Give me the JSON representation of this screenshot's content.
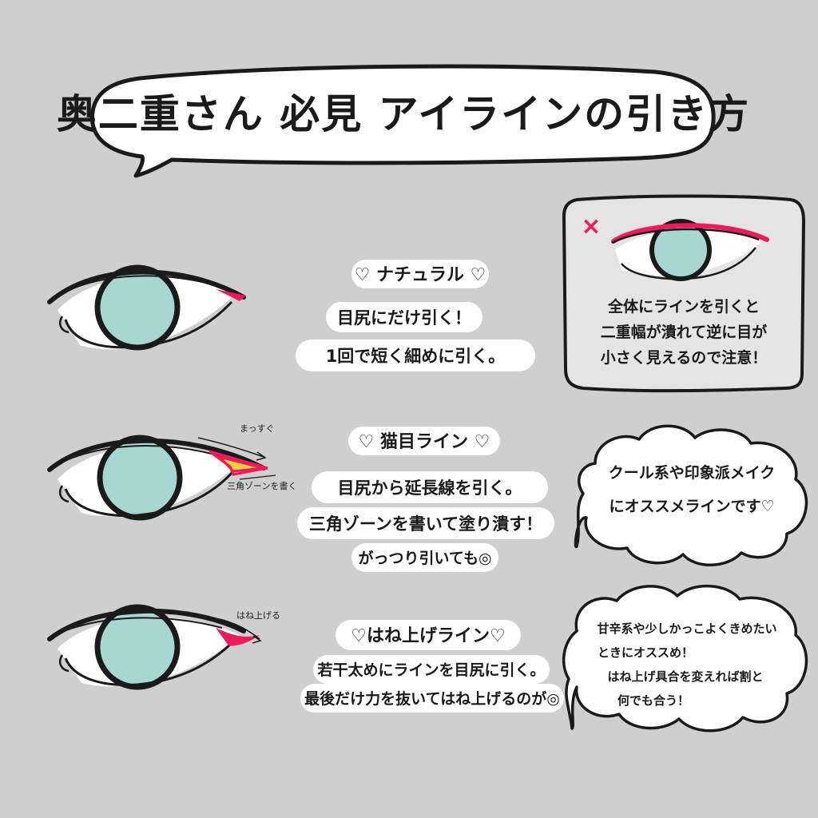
{
  "title": "奥二重さん 必見 アイラインの引き方",
  "sections": [
    {
      "heading": "♡ ナチュラル ♡",
      "lines": [
        "目尻にだけ引く！",
        "1回で短く細めに引く。"
      ]
    },
    {
      "heading": "♡ 猫目ライン ♡",
      "lines": [
        "目尻から延長線を引く。",
        "三角ゾーンを書いて塗り潰す！",
        "がっつり引いても◎"
      ],
      "annotations": [
        "まっすぐ",
        "三角ゾーンを書く"
      ]
    },
    {
      "heading": "♡はね上げライン♡",
      "lines": [
        "若干太めにラインを目尻に引く。",
        "最後だけ力を抜いてはね上げるのが◎"
      ],
      "annotations": [
        "はね上げる"
      ]
    }
  ],
  "warning": {
    "mark": "×",
    "lines": [
      "全体にラインを引くと",
      "二重幅が潰れて逆に目が",
      "小さく見えるので注意！"
    ]
  },
  "cat_note": {
    "lines": [
      "クール系や印象派メイク",
      "にオススメラインです♡"
    ]
  },
  "wing_note": {
    "lines": [
      "甘辛系や少しかっこよくきめたい",
      "ときにオススめ！",
      "はね上げ具合を変えれば割と",
      "何でも合う！"
    ]
  },
  "colors": {
    "background": "#cfcfcf",
    "iris": "#a7d6d3",
    "eyeliner": "#f0195a",
    "ink": "#1a1a1a",
    "bubble": "#ffffff",
    "warning_box": "#e4e4e4",
    "triangle_zone": "#f7d23a"
  }
}
